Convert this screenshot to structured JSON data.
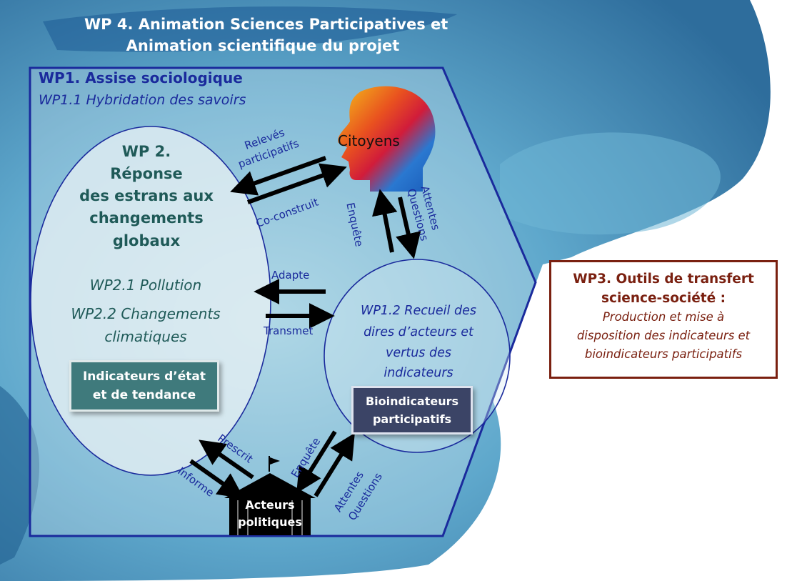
{
  "header": {
    "line1": "WP 4. Animation Sciences Participatives et",
    "line2": "Animation scientifique du projet"
  },
  "wp1": {
    "title": "WP1. Assise sociologique",
    "subtitle": "WP1.1 Hybridation des savoirs"
  },
  "wp2": {
    "lines": [
      "WP 2.",
      "Réponse",
      "des estrans aux",
      "changements",
      "globaux"
    ],
    "sub1": "WP2.1 Pollution",
    "sub2_line1": "WP2.2 Changements",
    "sub2_line2": "climatiques",
    "indicator_box": [
      "Indicateurs d’état",
      "et de tendance"
    ]
  },
  "wp12": {
    "lines": [
      "WP1.2 Recueil des",
      "dires d’acteurs et",
      "vertus des",
      "indicateurs"
    ],
    "bio_box": [
      "Bioindicateurs",
      "participatifs"
    ]
  },
  "citizens": {
    "label": "Citoyens"
  },
  "actors": {
    "lines": [
      "Acteurs",
      "politiques"
    ]
  },
  "arrows": {
    "releves_1": "Relevés",
    "releves_2": "participatifs",
    "coconstruit": "Co-construit",
    "attentes": "Attentes",
    "questions": "Questions",
    "enquete": "Enquête",
    "adapte": "Adapte",
    "transmet": "Transmet",
    "prescrit": "Prescrit",
    "informe": "Informe",
    "enquete2": "Enquête",
    "attentes2": "Attentes",
    "questions2": "Questions"
  },
  "wp3": {
    "title_line1": "WP3.  Outils de transfert",
    "title_line2": "science-société :",
    "body": [
      "Production et mise à",
      "disposition des indicateurs et",
      "bioindicateurs participatifs"
    ]
  },
  "colors": {
    "navy": "#1a2a9c",
    "teal_text": "#1f5a58",
    "wp3_brown": "#7a2010",
    "indicator_box": "#3f7a7c",
    "bio_box": "#3b4466"
  }
}
